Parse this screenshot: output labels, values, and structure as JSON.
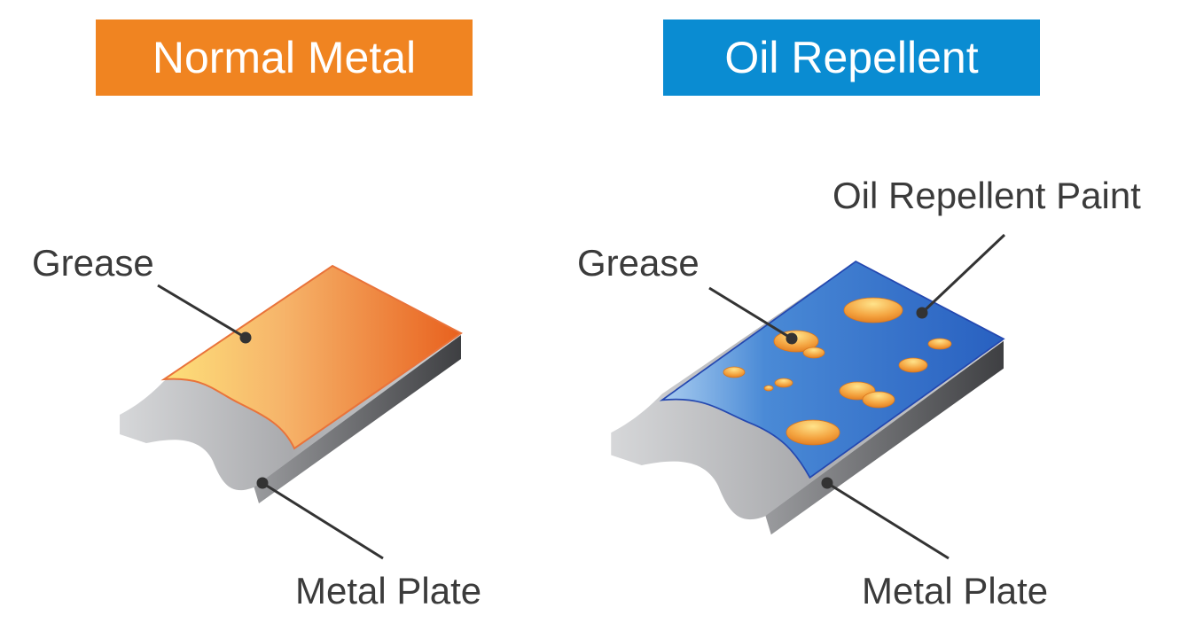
{
  "headers": {
    "normal": "Normal Metal",
    "oil": "Oil Repellent"
  },
  "labels": {
    "left_grease": "Grease",
    "left_plate": "Metal Plate",
    "right_grease": "Grease",
    "right_paint": "Oil Repellent Paint",
    "right_plate": "Metal Plate"
  },
  "colors": {
    "normal_header": "#F08421",
    "oil_header": "#0A8CD2",
    "grease": "#F29A3A",
    "paint": "#2F6FC8",
    "metal": "#BDBEC0"
  }
}
